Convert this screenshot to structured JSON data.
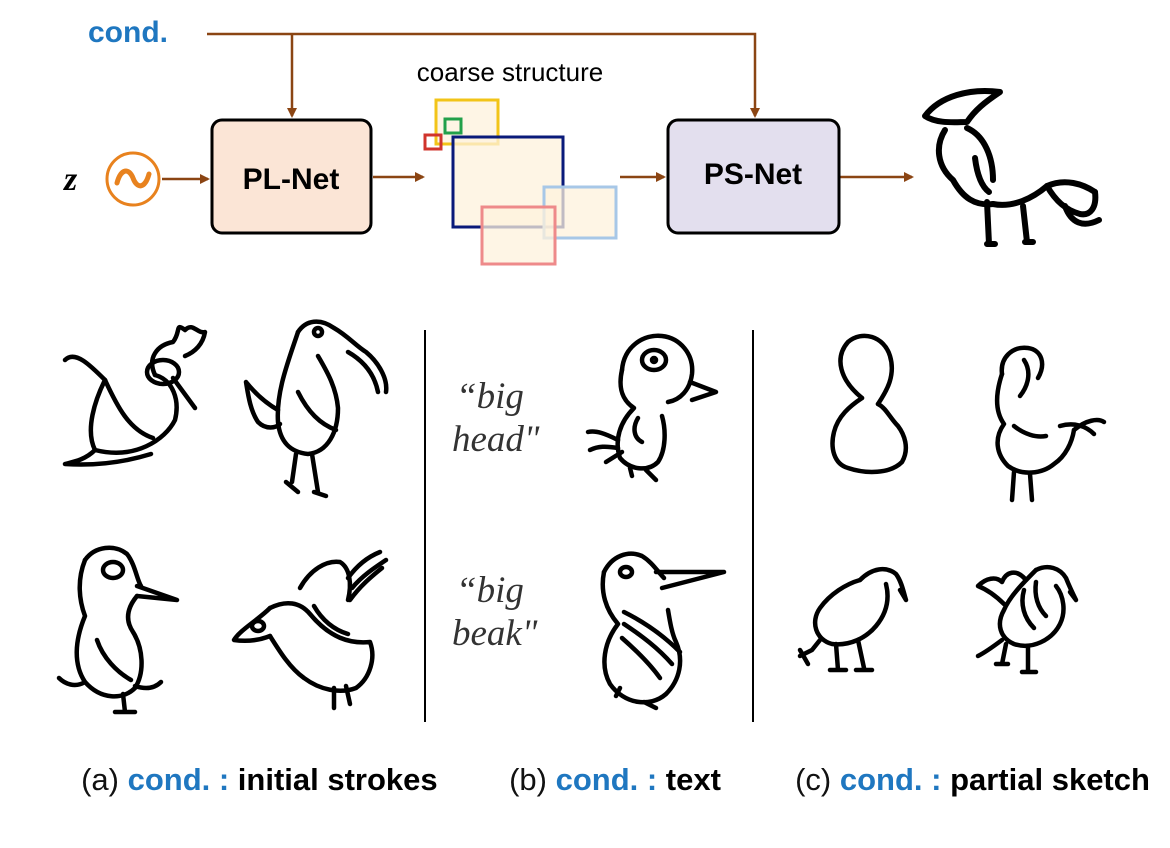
{
  "top": {
    "cond_label": "cond.",
    "z_label": "z",
    "noise_symbol": "~",
    "pl_net": "PL-Net",
    "ps_net": "PS-Net",
    "coarse_label": "coarse structure",
    "box_colors": [
      "#f2c418",
      "#22a04a",
      "#d0342c",
      "#0a1a7a",
      "#a7c7e7",
      "#ee8a8a"
    ],
    "pl_fill": "#fbe5d6",
    "ps_fill": "#e3dfee",
    "arrow_color": "#8b4513",
    "noise_color": "#e8821e"
  },
  "examples": {
    "text_a": "“big",
    "text_a2": "head\"",
    "text_b": "“big",
    "text_b2": "beak\""
  },
  "captions": {
    "a_prefix": "(a) ",
    "a_cond": "cond. :",
    "a_kind": " initial strokes",
    "b_prefix": "(b) ",
    "b_cond": "cond. :",
    "b_kind": " text",
    "c_prefix": "(c) ",
    "c_cond": "cond. :",
    "c_kind": " partial sketch"
  }
}
